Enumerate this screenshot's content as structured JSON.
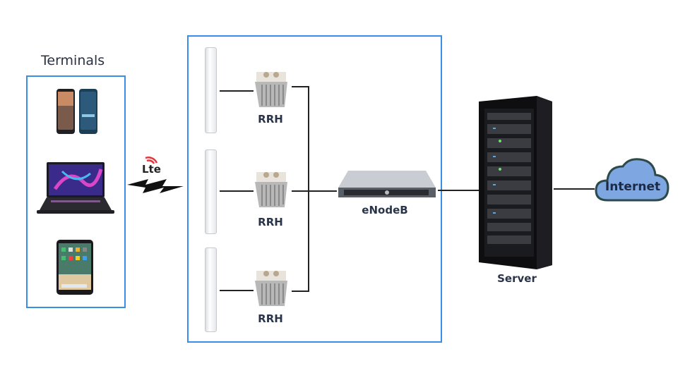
{
  "diagram": {
    "terminals": {
      "title": "Terminals",
      "devices": [
        {
          "name": "Smartphones",
          "icon": "smartphones-icon"
        },
        {
          "name": "Laptop",
          "icon": "laptop-icon"
        },
        {
          "name": "Tablet",
          "icon": "tablet-icon"
        }
      ]
    },
    "wireless_link": {
      "label": "Lte",
      "icon": "lte-lightning-icon"
    },
    "rrh_units": [
      {
        "label": "RRH"
      },
      {
        "label": "RRH"
      },
      {
        "label": "RRH"
      }
    ],
    "enodeb": {
      "label": "eNodeB"
    },
    "server": {
      "label": "Server"
    },
    "internet": {
      "label": "Internet"
    },
    "colors": {
      "box_border": "#3b8ee6",
      "line": "#222222",
      "cloud_fill": "#7ea6e0",
      "cloud_stroke": "#2d4a4a",
      "label_text": "#2a3448",
      "lte_signal": "#e8323c"
    }
  }
}
